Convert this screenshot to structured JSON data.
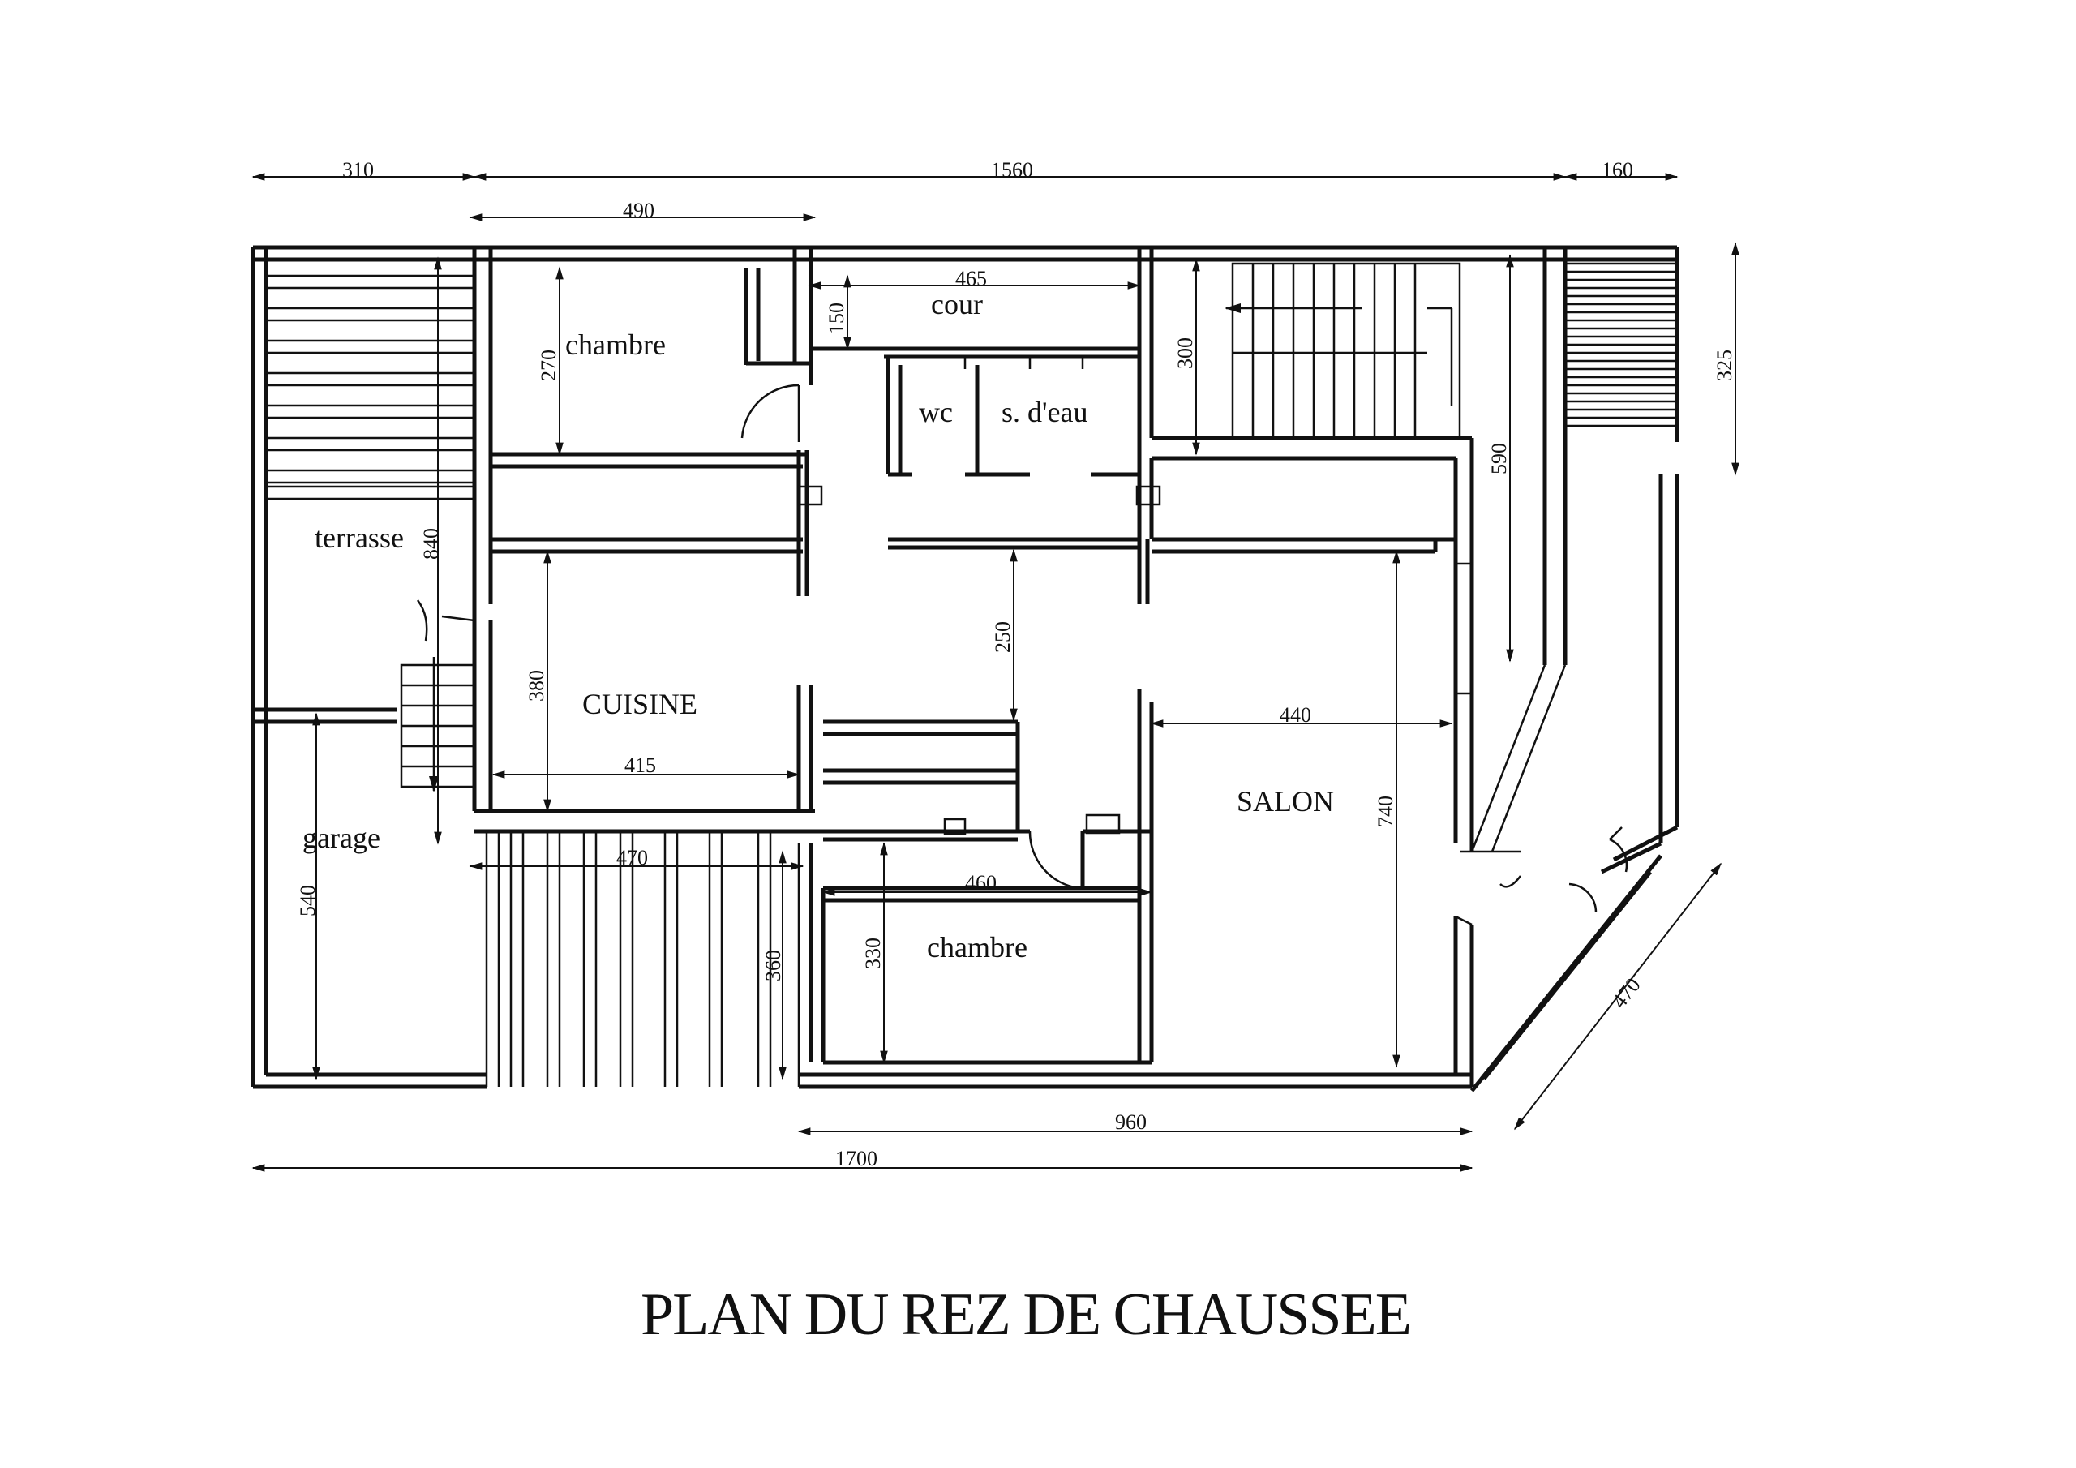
{
  "title": "PLAN DU REZ DE CHAUSSEE",
  "rooms": {
    "chambre_1": "chambre",
    "cour": "cour",
    "wc": "wc",
    "s_deau": "s. d'eau",
    "terrasse": "terrasse",
    "cuisine": "CUISINE",
    "garage": "garage",
    "salon": "SALON",
    "chambre_2": "chambre"
  },
  "dimensions": {
    "d310": "310",
    "d1560": "1560",
    "d160": "160",
    "d490": "490",
    "d465": "465",
    "d150": "150",
    "d270": "270",
    "d300": "300",
    "d325": "325",
    "d590": "590",
    "d840": "840",
    "d380": "380",
    "d250": "250",
    "d415": "415",
    "d440": "440",
    "d740": "740",
    "d470a": "470",
    "d460": "460",
    "d540": "540",
    "d360": "360",
    "d330": "330",
    "d470b": "470",
    "d960": "960",
    "d1700": "1700"
  }
}
